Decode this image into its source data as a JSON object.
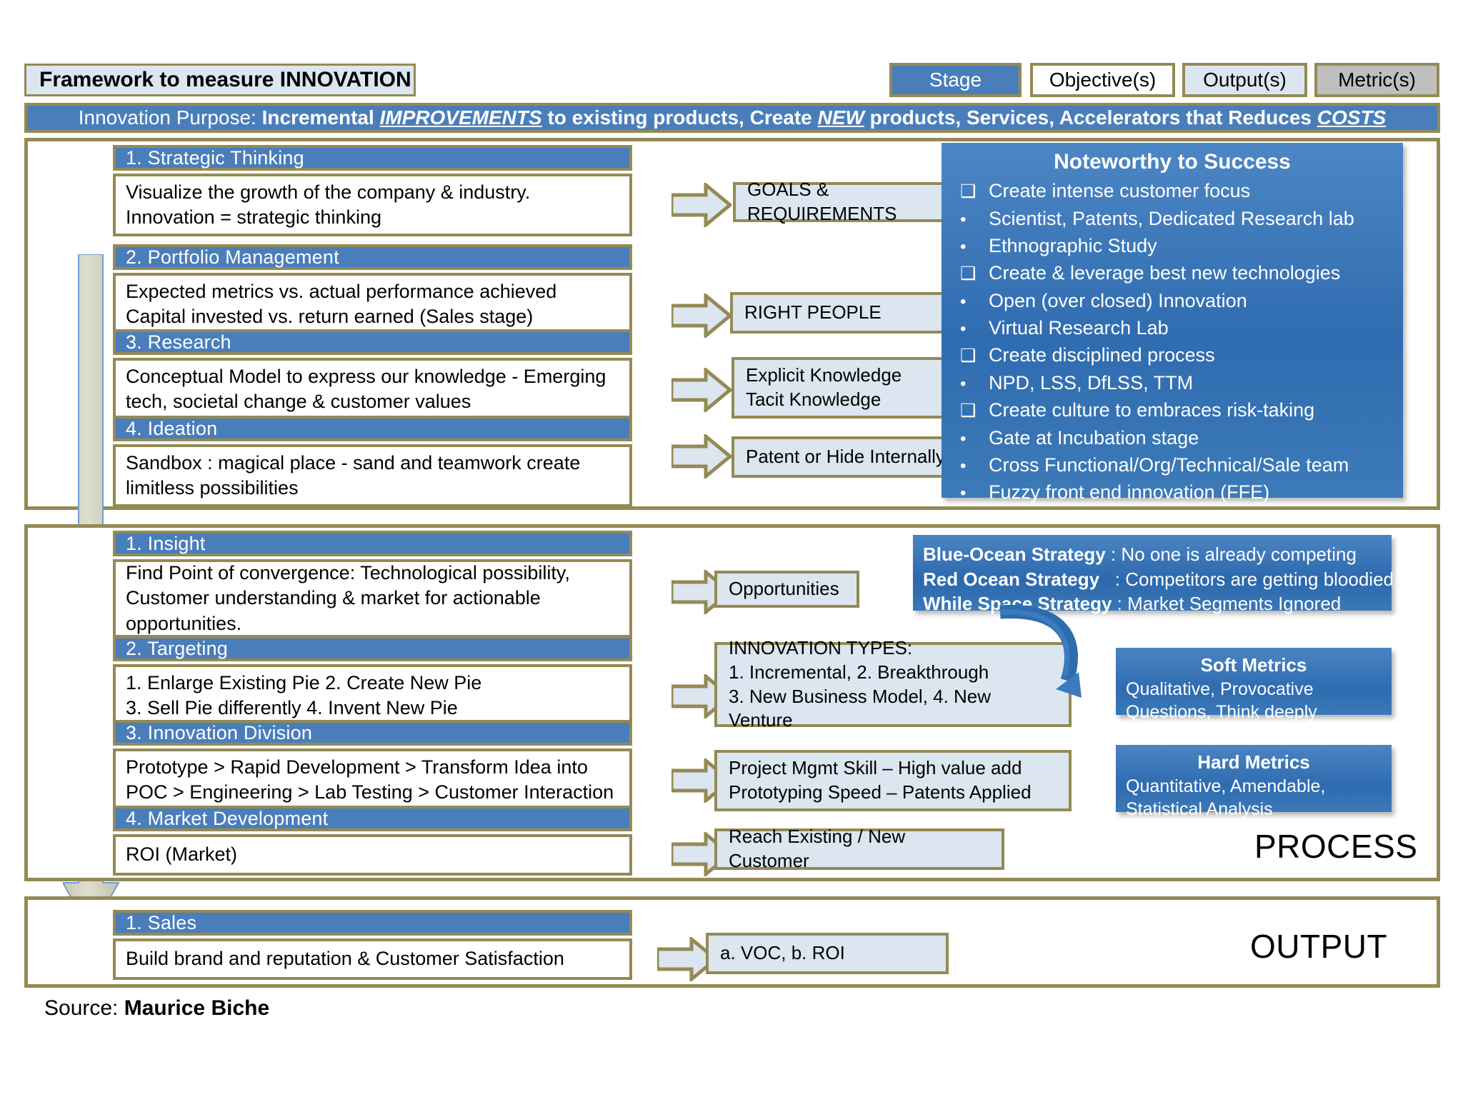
{
  "title": "Framework to measure INNOVATION",
  "legend": [
    {
      "label": "Stage",
      "bg": "#4a7ebb",
      "fg": "#ffffff"
    },
    {
      "label": "Objective(s)",
      "bg": "#ffffff",
      "fg": "#000000"
    },
    {
      "label": "Output(s)",
      "bg": "#dce6f1",
      "fg": "#000000"
    },
    {
      "label": "Metric(s)",
      "bg": "#bfbfbf",
      "fg": "#000000"
    }
  ],
  "banner": {
    "prefix": "Innovation Purpose: ",
    "b1": "Incremental ",
    "u1": "IMPROVEMENTS",
    "b2": " to existing products, Create ",
    "u2": "NEW",
    "b3": " products, Services, Accelerators that Reduces ",
    "u3": "COSTS"
  },
  "section1": {
    "stages": [
      {
        "header": "1. Strategic Thinking",
        "objective": [
          "Visualize the growth of the company & industry.",
          "Innovation = strategic thinking"
        ],
        "output": [
          "GOALS & REQUIREMENTS"
        ]
      },
      {
        "header": "2. Portfolio Management",
        "objective": [
          "Expected metrics vs. actual performance achieved",
          "Capital invested vs. return earned (Sales stage)"
        ],
        "output": [
          "RIGHT PEOPLE"
        ]
      },
      {
        "header": "3. Research",
        "objective": [
          "Conceptual Model to express our knowledge - Emerging",
          "tech, societal change & customer values"
        ],
        "output": [
          "Explicit  Knowledge",
          "Tacit Knowledge"
        ]
      },
      {
        "header": "4. Ideation",
        "objective": [
          "Sandbox : magical place - sand and teamwork create",
          "limitless possibilities"
        ],
        "output": [
          "Patent or Hide Internally"
        ]
      }
    ],
    "noteworthy": {
      "title": "Noteworthy to Success",
      "items": [
        {
          "marker": "square",
          "text": "Create intense customer focus"
        },
        {
          "marker": "bullet",
          "text": "Scientist, Patents, Dedicated Research lab"
        },
        {
          "marker": "bullet",
          "text": "Ethnographic Study"
        },
        {
          "marker": "square",
          "text": "Create & leverage best new technologies"
        },
        {
          "marker": "bullet",
          "text": "Open (over closed) Innovation"
        },
        {
          "marker": "bullet",
          "text": "Virtual Research Lab"
        },
        {
          "marker": "square",
          "text": "Create  disciplined process"
        },
        {
          "marker": "bullet",
          "text": "NPD, LSS, DfLSS, TTM"
        },
        {
          "marker": "square",
          "text": "Create culture to embraces  risk-taking"
        },
        {
          "marker": "bullet",
          "text": "Gate at Incubation stage"
        },
        {
          "marker": "bullet",
          "text": "Cross Functional/Org/Technical/Sale team"
        },
        {
          "marker": "bullet",
          "text": "Fuzzy front end innovation (FFE)"
        }
      ]
    }
  },
  "section2": {
    "zone_label": "PROCESS",
    "stages": [
      {
        "header": "1. Insight",
        "objective": [
          "Find Point of convergence: Technological possibility,",
          "Customer understanding & market for actionable",
          "opportunities."
        ],
        "output": [
          "Opportunities"
        ]
      },
      {
        "header": "2. Targeting",
        "objective": [
          "1. Enlarge Existing Pie 2. Create New Pie",
          "3.  Sell Pie differently 4. Invent New Pie"
        ],
        "output": [
          "INNOVATION TYPES:",
          "1. Incremental, 2. Breakthrough",
          "3. New Business Model, 4. New Venture"
        ]
      },
      {
        "header": "3.  Innovation Division",
        "objective": [
          "Prototype > Rapid Development > Transform Idea into",
          "POC >  Engineering > Lab Testing > Customer Interaction"
        ],
        "output": [
          "Project Mgmt Skill – High value add",
          "Prototyping Speed – Patents Applied"
        ]
      },
      {
        "header": "4. Market Development",
        "objective": [
          "ROI (Market)"
        ],
        "output": [
          "Reach Existing / New Customer"
        ]
      }
    ],
    "strategy": [
      {
        "name": "Blue-Ocean Strategy",
        "sep": " : ",
        "desc": "No one is already competing"
      },
      {
        "name": "Red Ocean Strategy",
        "sep": "   : ",
        "desc": "Competitors are getting bloodied"
      },
      {
        "name": "While Space Strategy",
        "sep": " : ",
        "desc": "Market Segments Ignored"
      }
    ],
    "soft_metrics": {
      "title": "Soft Metrics",
      "lines": [
        "Qualitative, Provocative",
        "Questions, Think deeply"
      ]
    },
    "hard_metrics": {
      "title": "Hard Metrics",
      "lines": [
        "Quantitative, Amendable,",
        "Statistical Analysis"
      ]
    }
  },
  "section3": {
    "zone_label": "OUTPUT",
    "stages": [
      {
        "header": "1. Sales",
        "objective": [
          "Build brand and reputation & Customer Satisfaction"
        ],
        "output": [
          "a. VOC, b. ROI"
        ]
      }
    ]
  },
  "source": {
    "label": "Source: ",
    "name": "Maurice Biche"
  },
  "colors": {
    "stage_blue": "#4a7ebb",
    "olive": "#948a54",
    "output_fill": "#dce6f1",
    "metric_grey": "#bfbfbf",
    "panel_blue": "#2f6cb0"
  }
}
